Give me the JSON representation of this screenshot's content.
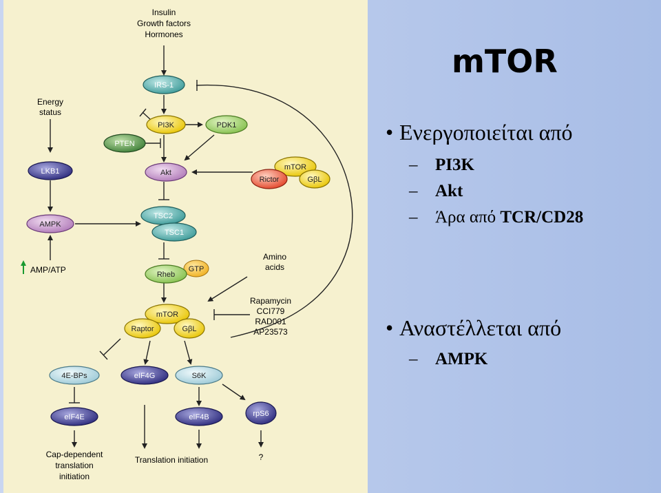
{
  "slide": {
    "title": "mTOR",
    "bullet1": "Ενεργοποιείται από",
    "bullet1_subs": [
      "PI3K",
      "Akt"
    ],
    "bullet1_sub3_prefix": "Άρα από ",
    "bullet1_sub3_bold": "TCR/CD28",
    "bullet2": "Αναστέλλεται από",
    "bullet2_subs": [
      "AMPK"
    ],
    "bullet_symbol": "•",
    "dash_symbol": "–"
  },
  "diagram": {
    "inputs": [
      "Insulin",
      "Growth factors",
      "Hormones"
    ],
    "energy": [
      "Energy",
      "status"
    ],
    "amino": [
      "Amino",
      "acids"
    ],
    "amp_atp": "AMP/ATP",
    "drugs": [
      "Rapamycin",
      "CCI779",
      "RAD001",
      "AP23573"
    ],
    "nodes": {
      "irs1": "IRS-1",
      "pi3k": "PI3K",
      "pdk1": "PDK1",
      "pten": "PTEN",
      "akt": "Akt",
      "lkb1": "LKB1",
      "ampk": "AMPK",
      "tsc2": "TSC2",
      "tsc1": "TSC1",
      "rheb": "Rheb",
      "gtp": "GTP",
      "mtor2": "mTOR",
      "rictor": "Rictor",
      "gbl2": "GβL",
      "mtor1": "mTOR",
      "raptor": "Raptor",
      "gbl1": "GβL",
      "ebp": "4E-BPs",
      "eif4g": "eIF4G",
      "s6k": "S6K",
      "eif4e": "eIF4E",
      "eif4b": "eIF4B",
      "rps6": "rpS6"
    },
    "outputs": {
      "cap": [
        "Cap-dependent",
        "translation",
        "initiation"
      ],
      "trans": "Translation initiation",
      "unknown": "?"
    }
  }
}
